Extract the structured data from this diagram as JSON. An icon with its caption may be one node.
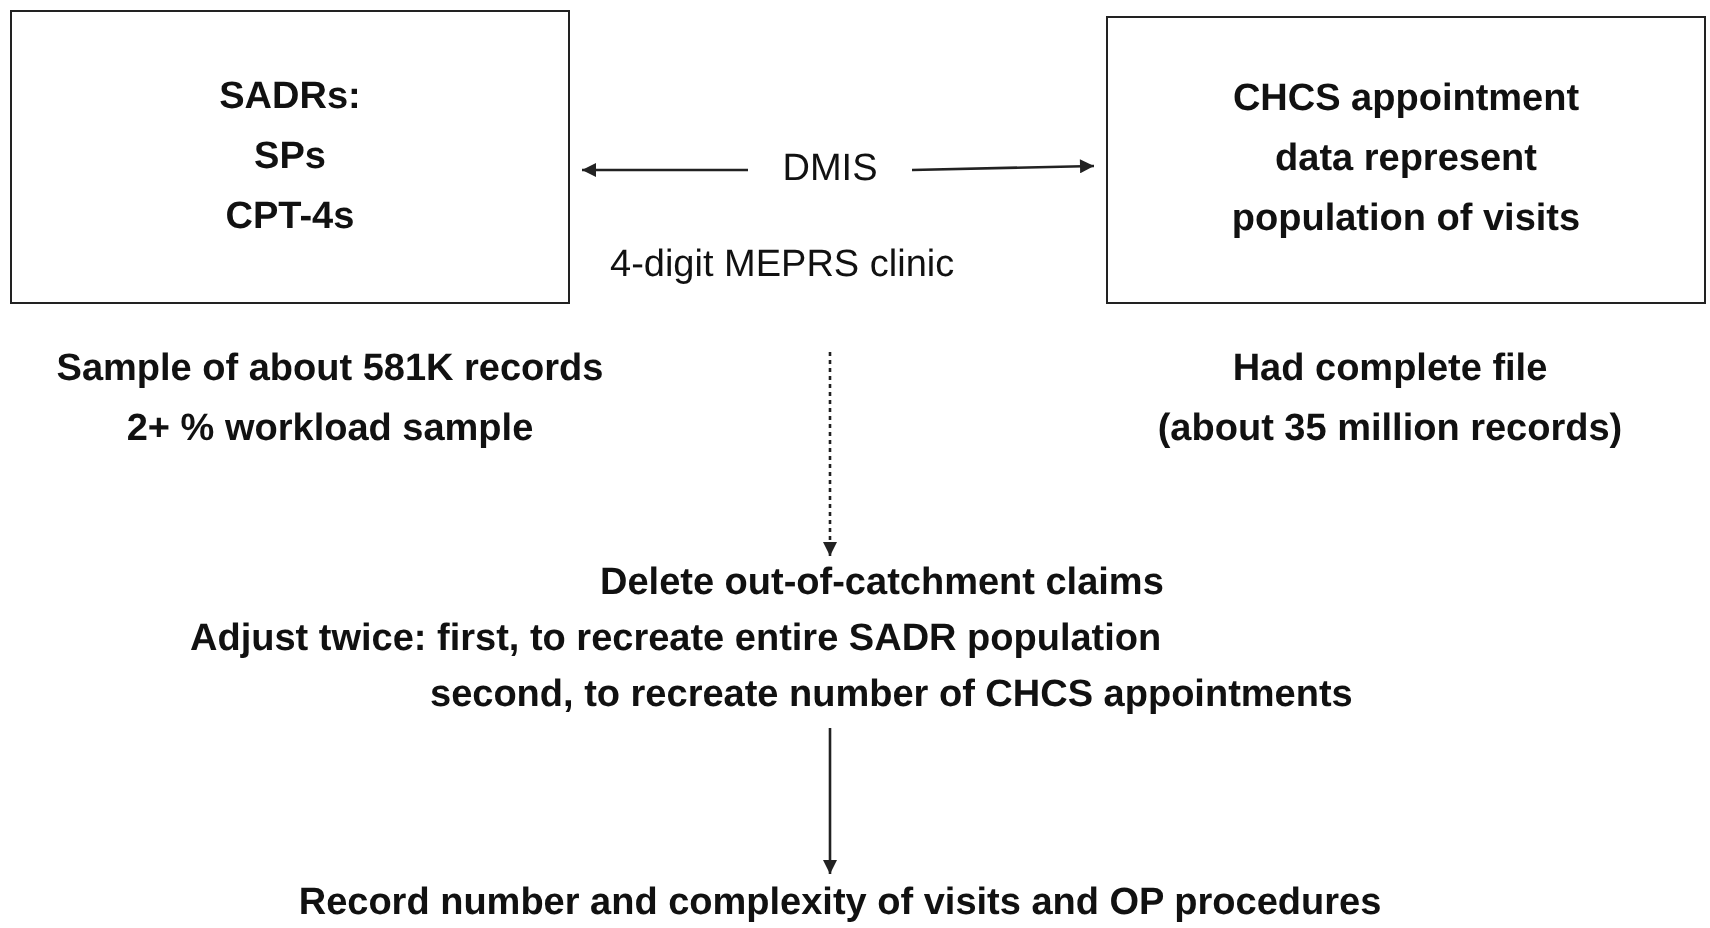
{
  "diagram": {
    "nodes": [
      {
        "text": [
          "SADRs: SPs CPT-4s"
        ]
      },
      {
        "text": [
          "CHCS appointment data represent population of visits"
        ]
      },
      {
        "text": [
          "DMIS"
        ]
      },
      {
        "text": [
          "Sample of about 581K records",
          "2+ % workload sample"
        ]
      },
      {
        "text": [
          "Had complete file",
          "(about 35 million records)"
        ]
      },
      {
        "text": [
          "Delete out-of-catchment claims",
          "Adjust twice: first, to recreate entire SADR population",
          "second, to recreate number of CHCS appointments"
        ]
      },
      {
        "text": [
          "Record number and complexity of visits and OP procedures"
        ]
      }
    ],
    "edges": [
      {
        "from": 2,
        "to": 0,
        "arrow": "to"
      },
      {
        "from": 2,
        "to": 1,
        "arrow": "to"
      },
      {
        "from": null,
        "to": 5,
        "arrow": "to",
        "style": "dashed"
      },
      {
        "from": 5,
        "to": 6,
        "arrow": "to"
      }
    ],
    "labels": [
      "4-digit MEPRS clinic"
    ]
  }
}
